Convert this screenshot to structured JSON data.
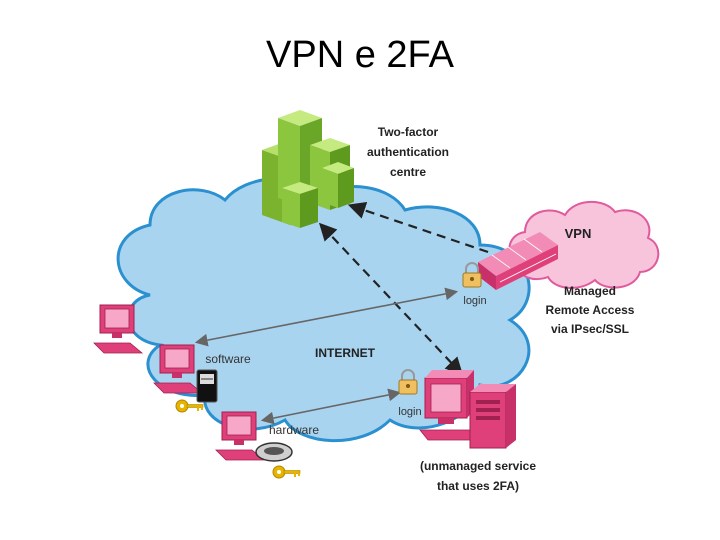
{
  "title": "VPN e 2FA",
  "labels": {
    "tfa_line1": "Two-factor",
    "tfa_line2": "authentication",
    "tfa_line3": "centre",
    "vpn": "VPN",
    "managed_line1": "Managed",
    "managed_line2": "Remote Access",
    "managed_line3": "via IPsec/SSL",
    "internet": "INTERNET",
    "software": "software",
    "hardware": "hardware",
    "login_top": "login",
    "login_bottom": "login",
    "unmanaged_line1": "(unmanaged service",
    "unmanaged_line2": "that uses 2FA)"
  },
  "colors": {
    "cloud_fill": "#a9d4f0",
    "cloud_stroke": "#2a90d0",
    "vpn_cloud_fill": "#f7c4dc",
    "vpn_cloud_stroke": "#e05a9c",
    "device_pink": "#e0407a",
    "tower_green": "#8cc63f",
    "key_gold": "#e8b400"
  }
}
